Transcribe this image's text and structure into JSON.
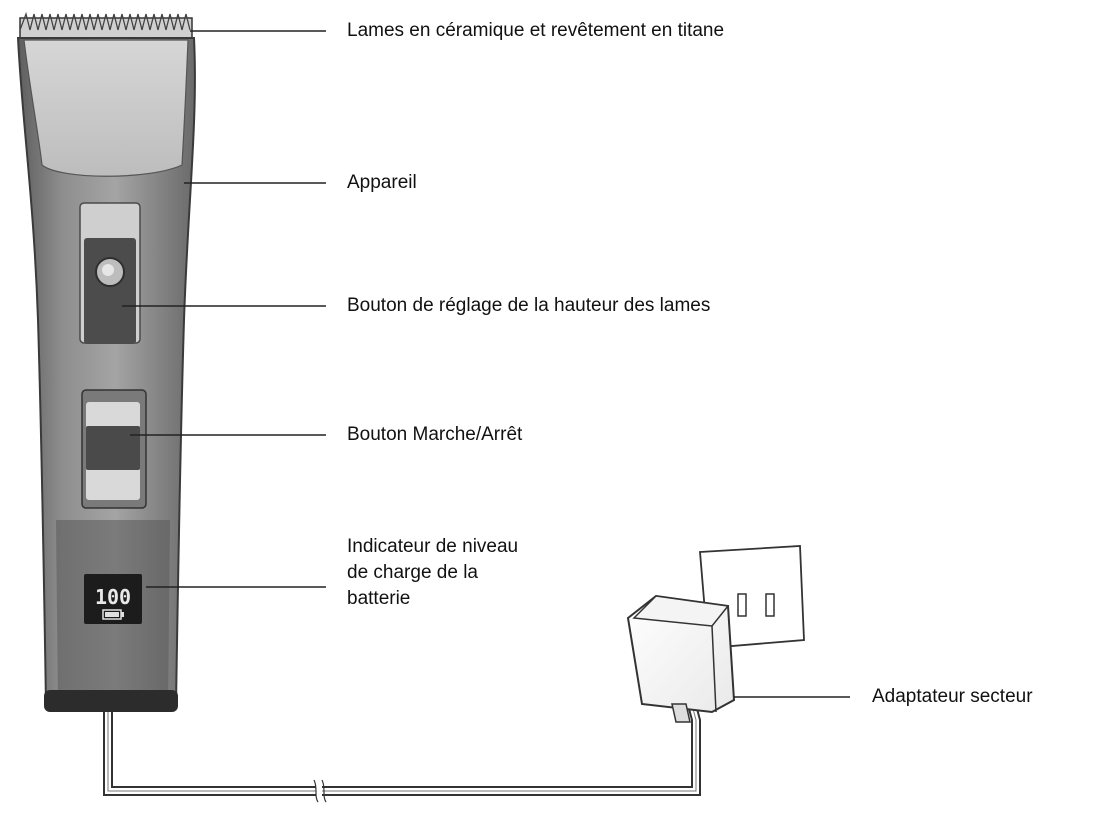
{
  "labels": {
    "blades": "Lames en céramique et revêtement en titane",
    "device": "Appareil",
    "height_button": "Bouton de réglage de la hauteur des lames",
    "power_button": "Bouton Marche/Arrêt",
    "battery_indicator": [
      "Indicateur de niveau",
      "de charge de la",
      "batterie"
    ],
    "adapter": "Adaptateur secteur"
  },
  "display": {
    "reading": "100"
  },
  "colors": {
    "body": "#9a9a9a",
    "body_dark": "#6f6f6f",
    "head": "#e4e4e4",
    "line": "#222222",
    "text": "#111111"
  }
}
